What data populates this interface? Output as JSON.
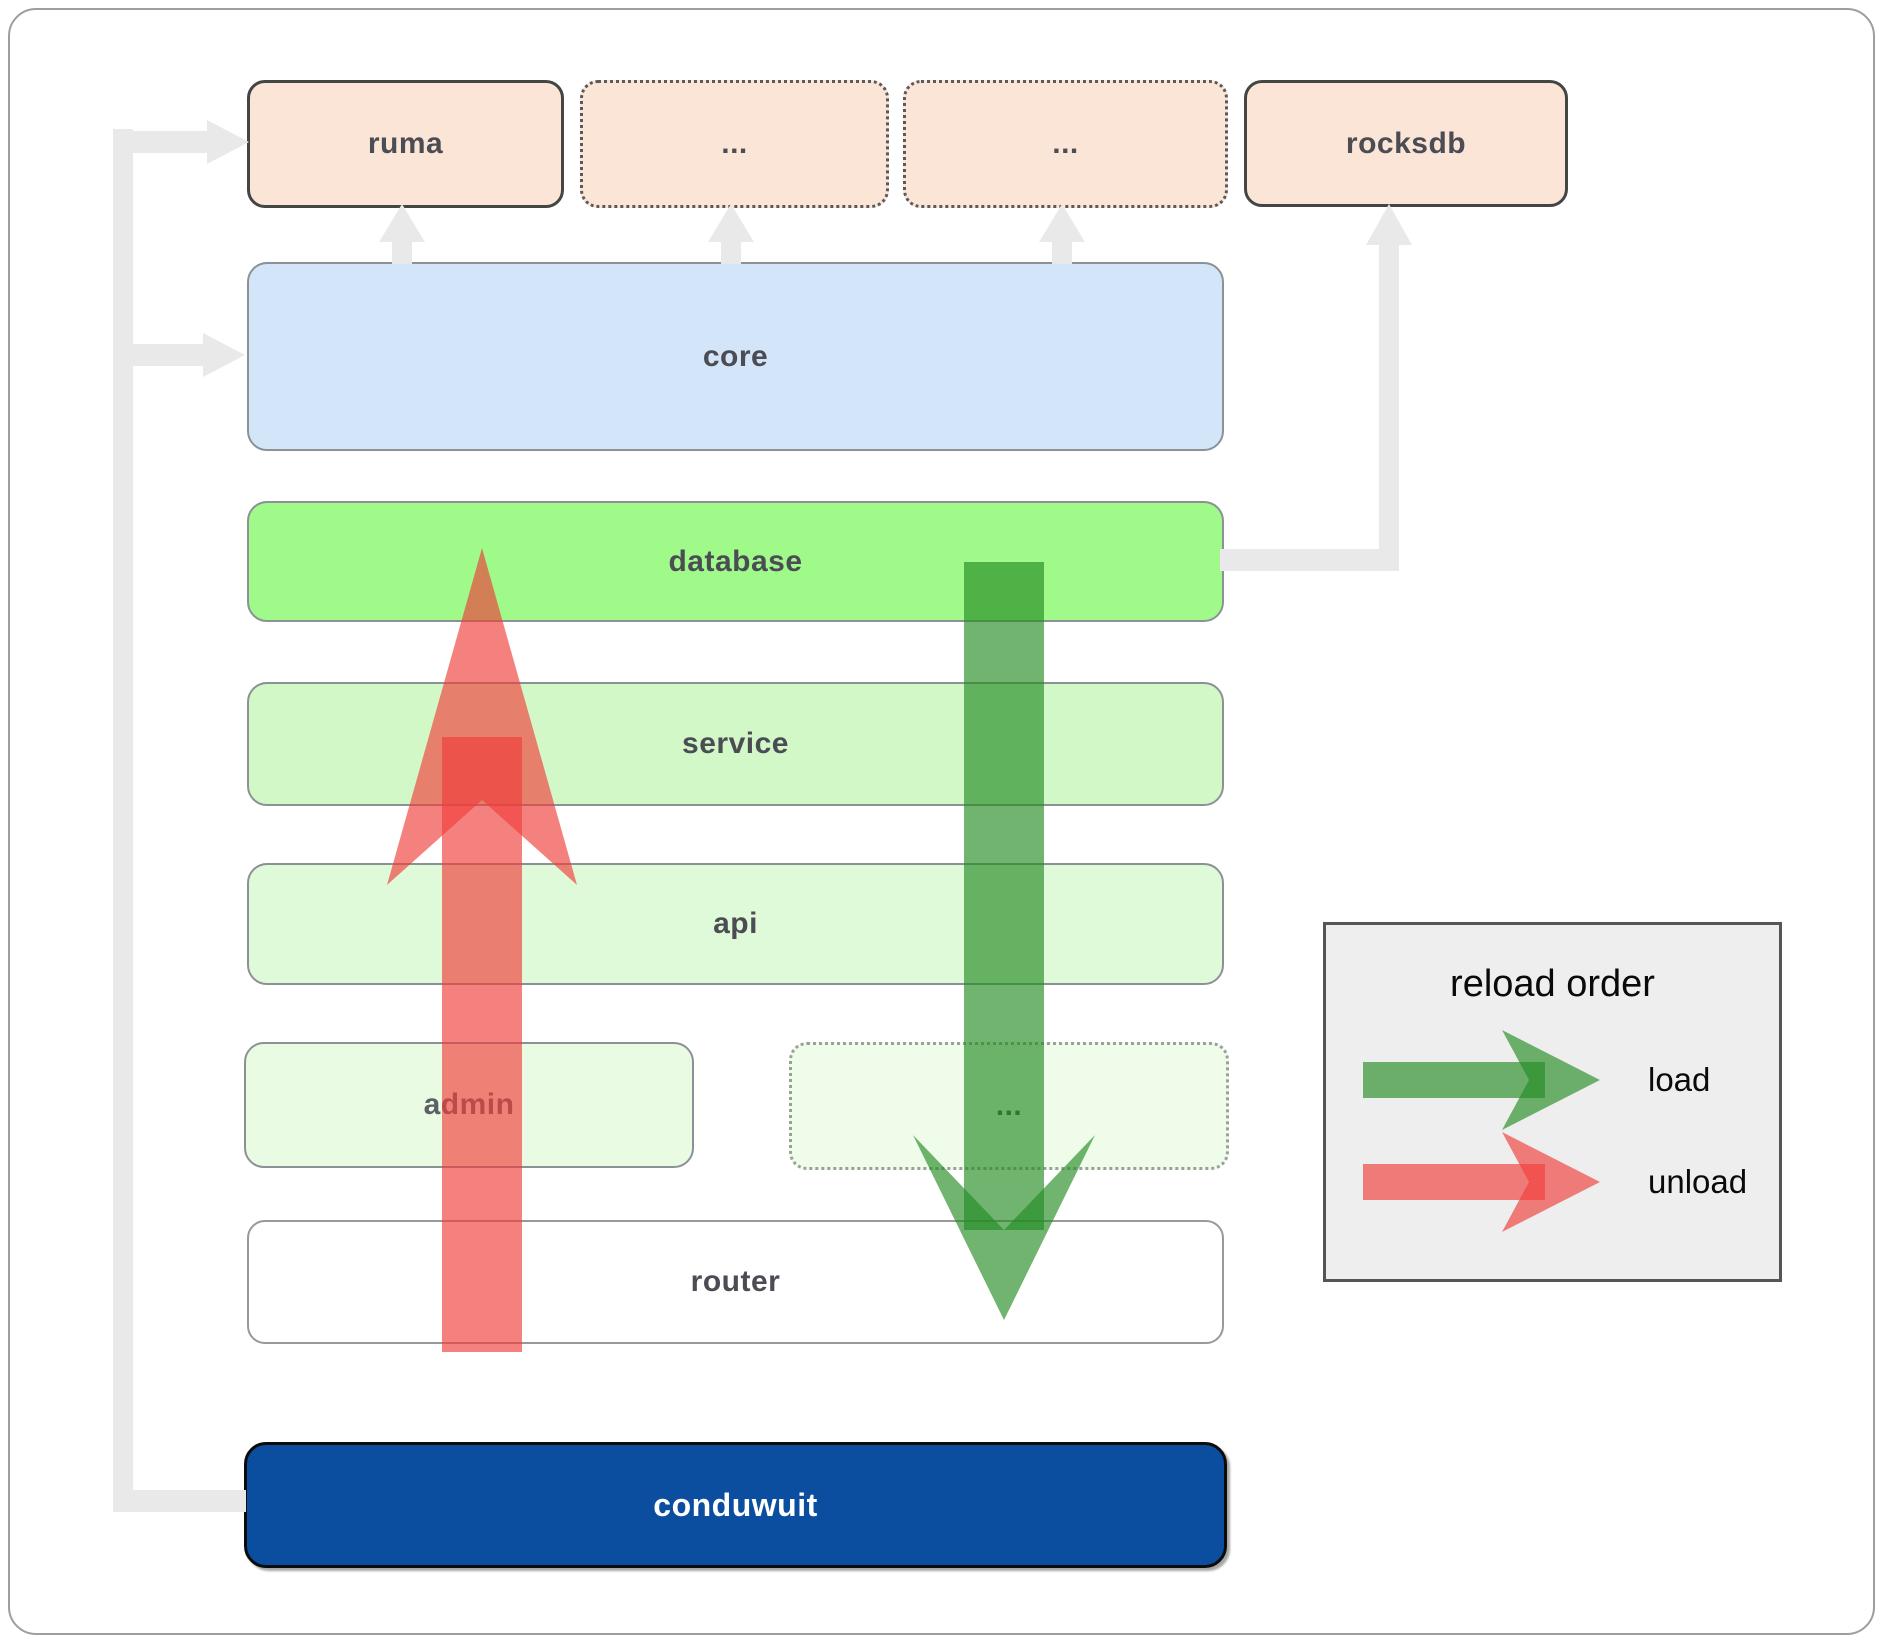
{
  "nodes": {
    "ruma": "ruma",
    "ellipsis_top_1": "...",
    "ellipsis_top_2": "...",
    "rocksdb": "rocksdb",
    "core": "core",
    "database": "database",
    "service": "service",
    "api": "api",
    "admin": "admin",
    "ellipsis_admin_row": "...",
    "router": "router",
    "conduwuit": "conduwuit"
  },
  "legend": {
    "title": "reload order",
    "load_label": "load",
    "unload_label": "unload"
  },
  "colors": {
    "crate_fill": "#fbe5d6",
    "core_fill": "#d3e6f9",
    "database_fill": "#9ffa8a",
    "service_fill": "#d3f8c8",
    "api_fill": "#dffad8",
    "admin_fill": "#eafbe4",
    "router_fill": "#ffffff",
    "conduwuit_fill": "#0b4d9e",
    "load_arrow_green": "#238c23",
    "unload_arrow_red": "#f03e3a",
    "connector_gray": "#e9e9e9",
    "legend_fill": "#eeeeee"
  }
}
